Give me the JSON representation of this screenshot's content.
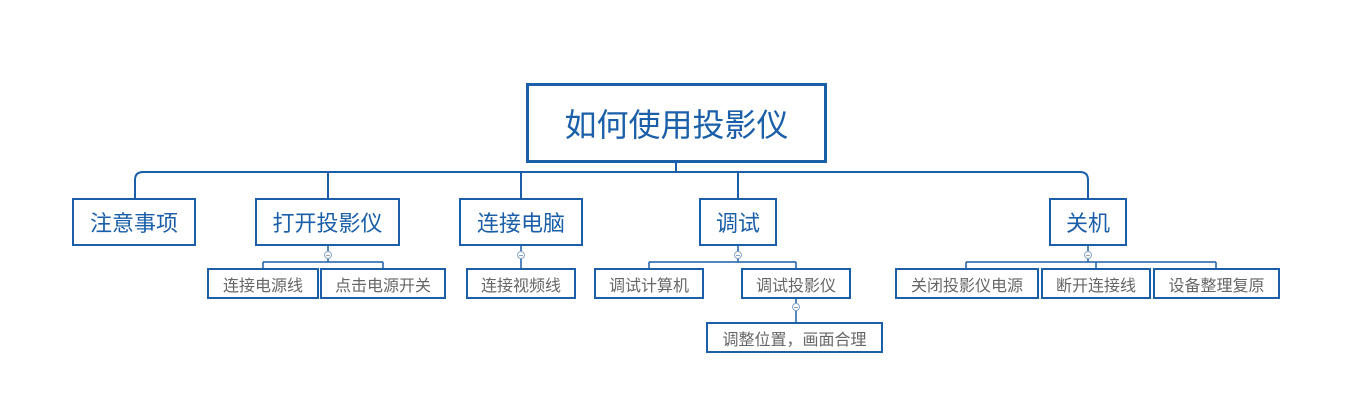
{
  "diagram": {
    "root": "如何使用投影仪",
    "branches": [
      {
        "label": "注意事项",
        "children": []
      },
      {
        "label": "打开投影仪",
        "children": [
          "连接电源线",
          "点击电源开关"
        ]
      },
      {
        "label": "连接电脑",
        "children": [
          "连接视频线"
        ]
      },
      {
        "label": "调试",
        "children": [
          "调试计算机",
          "调试投影仪"
        ],
        "grandchildren": [
          "调整位置，画面合理"
        ]
      },
      {
        "label": "关机",
        "children": [
          "关闭投影仪电源",
          "断开连接线",
          "设备整理复原"
        ]
      }
    ]
  },
  "colors": {
    "line": "#1a5fa8",
    "node_text": "#1a5fa8",
    "leaf_text": "#666666"
  }
}
